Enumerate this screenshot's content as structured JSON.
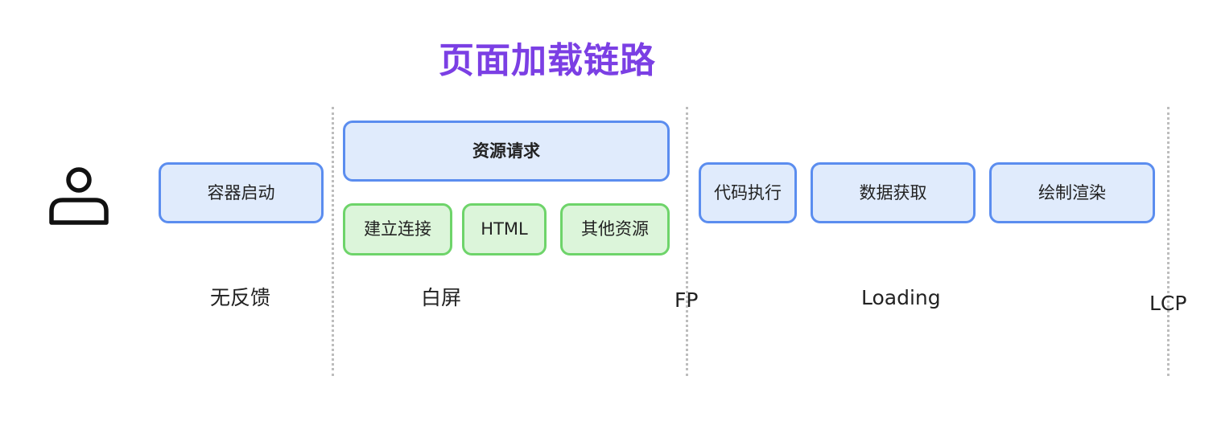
{
  "title": "页面加载链路",
  "steps": {
    "container_start": "容器启动",
    "resource_request": "资源请求",
    "connect": "建立连接",
    "html": "HTML",
    "other_resources": "其他资源",
    "code_exec": "代码执行",
    "data_fetch": "数据获取",
    "render": "绘制渲染"
  },
  "phases": {
    "no_feedback": "无反馈",
    "white_screen": "白屏",
    "fp": "FP",
    "loading": "Loading",
    "lcp": "LCP"
  },
  "icons": {
    "user": "user-icon"
  },
  "colors": {
    "title": "#7b3fe4",
    "blue_fill": "#e0ebfc",
    "blue_border": "#5b8def",
    "green_fill": "#dcf5da",
    "green_border": "#6ed46a",
    "divider": "#bdbdbd"
  }
}
